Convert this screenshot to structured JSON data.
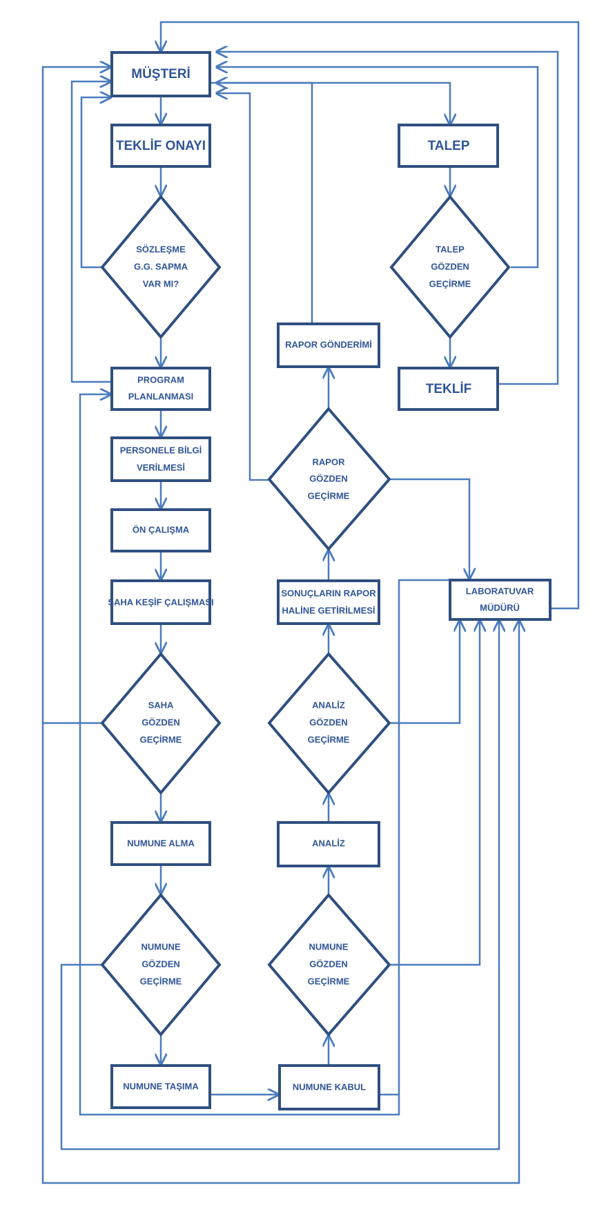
{
  "colors": {
    "box_border": "#2f4f7f",
    "text": "#2f5597",
    "connector": "#4a7bbd",
    "background": "#ffffff"
  },
  "nodes": {
    "musteri": "MÜŞTERİ",
    "teklif_onayi": "TEKLİF ONAYI",
    "talep": "TALEP",
    "sozlesme": [
      "SÖZLEŞME",
      "G.G. SAPMA",
      "VAR MI?"
    ],
    "talep_gozden": [
      "TALEP",
      "GÖZDEN",
      "GEÇİRME"
    ],
    "rapor_gonderimi": "RAPOR GÖNDERİMİ",
    "teklif": "TEKLİF",
    "program": [
      "PROGRAM",
      "PLANLANMASI"
    ],
    "rapor_gozden": [
      "RAPOR",
      "GÖZDEN",
      "GEÇİRME"
    ],
    "personele": [
      "PERSONELE BİLGİ",
      "VERİLMESİ"
    ],
    "on_calisma": "ÖN ÇALIŞMA",
    "saha_kesif": "SAHA KEŞİF ÇALIŞMASI",
    "sonuclarin": [
      "SONUÇLARIN RAPOR",
      "HALİNE GETİRİLMESİ"
    ],
    "lab_muduru": [
      "LABORATUVAR",
      "MÜDÜRÜ"
    ],
    "saha_gozden": [
      "SAHA",
      "GÖZDEN",
      "GEÇİRME"
    ],
    "analiz_gozden": [
      "ANALİZ",
      "GÖZDEN",
      "GEÇİRME"
    ],
    "numune_alma": "NUMUNE ALMA",
    "analiz": "ANALİZ",
    "numune_gozden_left": [
      "NUMUNE",
      "GÖZDEN",
      "GEÇİRME"
    ],
    "numune_gozden_right": [
      "NUMUNE",
      "GÖZDEN",
      "GEÇİRME"
    ],
    "numune_tasima": "NUMUNE TAŞIMA",
    "numune_kabul": "NUMUNE KABUL"
  }
}
